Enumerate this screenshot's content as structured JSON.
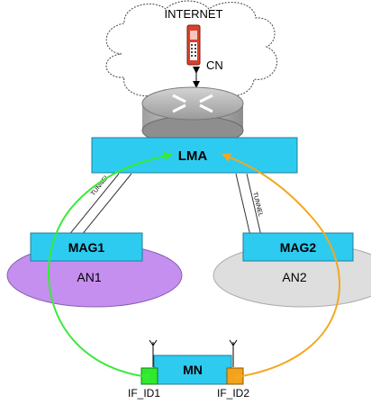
{
  "cloud": {
    "label": "INTERNET"
  },
  "cn": {
    "label": "CN"
  },
  "lma": {
    "label": "LMA"
  },
  "mag1": {
    "label": "MAG1"
  },
  "mag2": {
    "label": "MAG2"
  },
  "an1": {
    "label": "AN1"
  },
  "an2": {
    "label": "AN2"
  },
  "mn": {
    "label": "MN"
  },
  "tunnel_left": {
    "label": "TUNNEL"
  },
  "tunnel_right": {
    "label": "TUNNEL"
  },
  "iface1": {
    "label": "IF_ID1"
  },
  "iface2": {
    "label": "IF_ID2"
  },
  "colors": {
    "box": "#2ecbf0",
    "an1_fill": "#c58ff0",
    "an2_fill": "#dedede",
    "iface1_fill": "#2dea2d",
    "iface2_fill": "#f3a21a",
    "arrow_green": "#39ea39",
    "arrow_orange": "#f3a821"
  }
}
